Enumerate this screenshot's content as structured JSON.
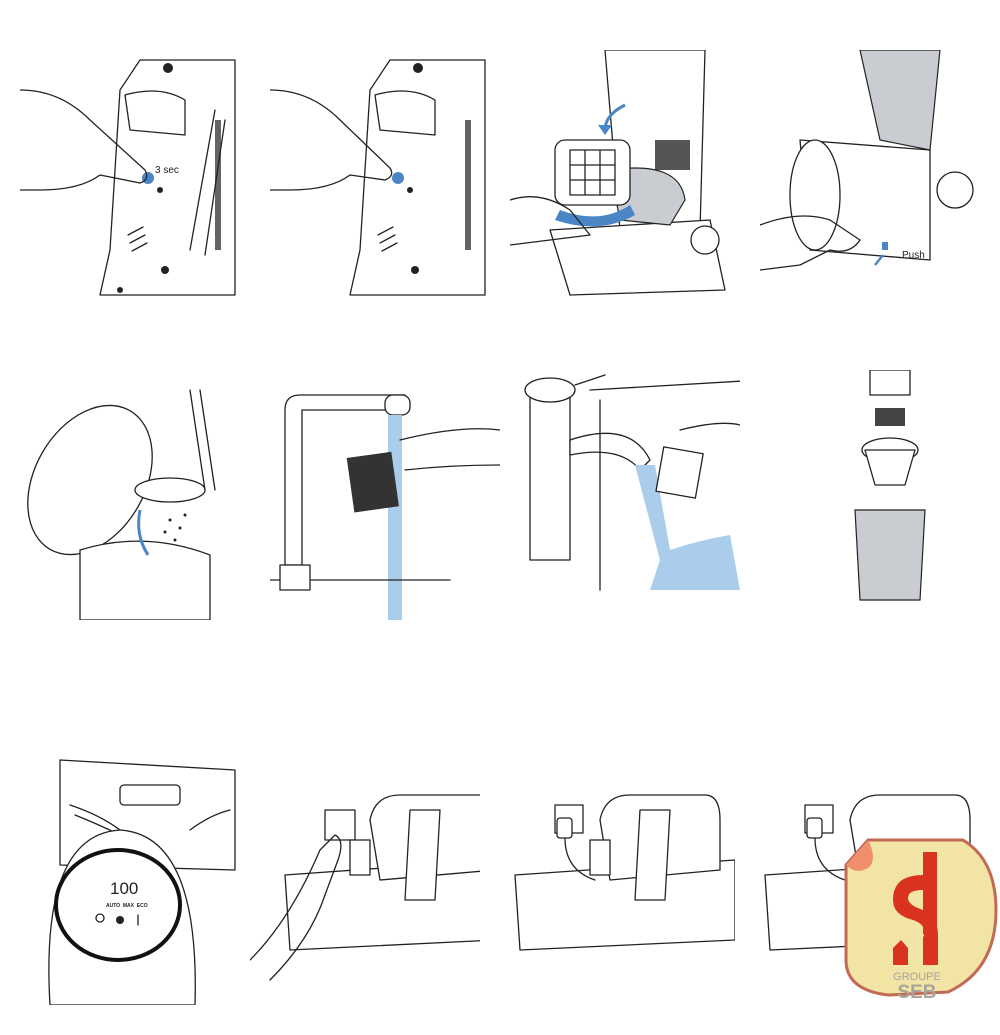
{
  "steps": [
    {
      "label": "3 sec"
    },
    {
      "label": ""
    },
    {
      "label": ""
    },
    {
      "label": "Push"
    }
  ],
  "display": {
    "value": "100",
    "modes": "AUTO  MAX  ECO"
  },
  "logo": {
    "mark": "s",
    "line1": "GROUPE",
    "line2": "SEB"
  },
  "colors": {
    "accent": "#4a86c5",
    "water": "#a9cdea",
    "logo_red": "#d9321f",
    "sticker": "#f2e4a4"
  }
}
